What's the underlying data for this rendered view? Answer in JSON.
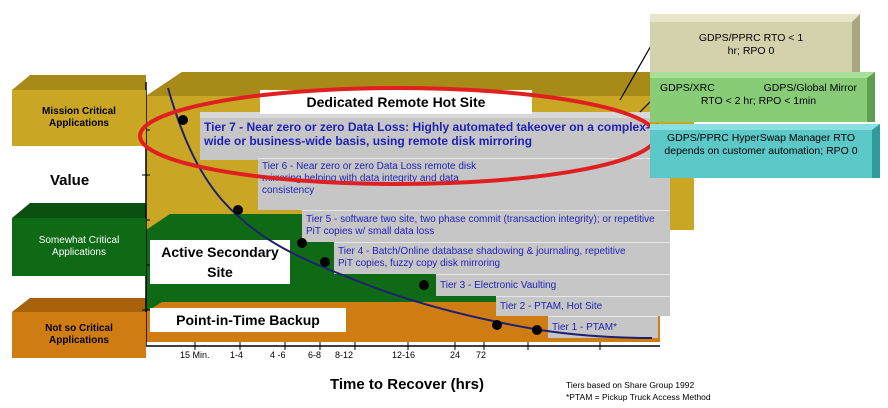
{
  "categories": {
    "mission": "Mission Critical Applications",
    "somewhat": "Somewhat Critical Applications",
    "notso": "Not so Critical Applications"
  },
  "y_axis_label": "Value",
  "x_axis_label": "Time to Recover (hrs)",
  "x_ticks": [
    "15 Min.",
    "1-4",
    "4 -6",
    "6-8",
    "8-12",
    "12-16",
    "24",
    "72"
  ],
  "sites": {
    "hot": "Dedicated Remote Hot Site",
    "active": "Active Secondary Site",
    "pit": "Point-in-Time Backup"
  },
  "tiers": {
    "t7": "Tier 7 - Near zero or zero Data Loss: Highly automated takeover on a complex-wide or business-wide basis, using remote disk mirroring",
    "t6": "Tier 6 - Near zero or zero Data Loss remote disk mirroring helping with data integrity and data consistency",
    "t5": "Tier 5 - software two site, two phase commit (transaction integrity); or repetitive PiT copies w/ small data loss",
    "t4": "Tier 4 - Batch/Online database shadowing & journaling, repetitive PiT copies, fuzzy copy disk mirroring",
    "t3": "Tier 3 - Electronic Vaulting",
    "t2": "Tier 2 - PTAM, Hot Site",
    "t1": "Tier 1 - PTAM*"
  },
  "gdps": {
    "pprc": "GDPS/PPRC RTO < 1 hr; RPO 0",
    "xrc_left": "GDPS/XRC",
    "xrc_right": "GDPS/Global Mirror",
    "xrc_bottom": "RTO < 2 hr; RPO < 1min",
    "hyperswap": "GDPS/PPRC HyperSwap Manager RTO depends on customer automation; RPO 0"
  },
  "footnote": {
    "line1": "Tiers based on Share Group 1992",
    "line2": "*PTAM = Pickup Truck Access Method"
  },
  "colors": {
    "mission": "#c9a624",
    "somewhat": "#0f6a16",
    "notso": "#cf7d13",
    "tier": "#c6c6c6",
    "tier_text": "#1f1fb8",
    "oval": "#e02020",
    "gdps_pprc": "#d4d2ad",
    "gdps_xrc": "#88cc78",
    "gdps_hyper": "#5cc8c8"
  }
}
